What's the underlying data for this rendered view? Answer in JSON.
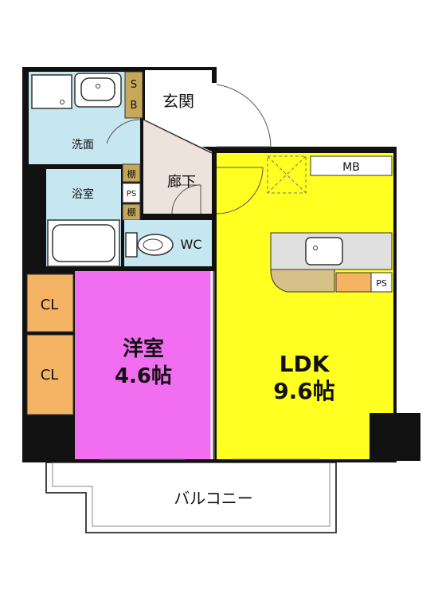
{
  "rooms": {
    "genkan": "玄関",
    "sb": [
      "S",
      "B"
    ],
    "senmen": "洗面",
    "yokushitsu": "浴室",
    "rouka": "廊下",
    "tana_upper": "棚",
    "tana_lower": "棚",
    "ps_left": "PS",
    "wc": "WC",
    "mb": "MB",
    "ps_kitchen": "PS",
    "cl_upper": "CL",
    "cl_lower": "CL",
    "youshitsu_name": "洋室",
    "youshitsu_size": "4.6帖",
    "ldk_name": "LDK",
    "ldk_size": "9.6帖",
    "balcony": "バルコニー"
  },
  "colors": {
    "wall": "#111111",
    "wet_area": "#c6e6f0",
    "hallway": "#ede3dc",
    "ldk": "#ffff22",
    "youshitsu": "#f26ef0",
    "closet": "#f5b463",
    "storage_brown": "#c7a85a",
    "counter": "#d6c188",
    "balcony": "#ffffff"
  }
}
